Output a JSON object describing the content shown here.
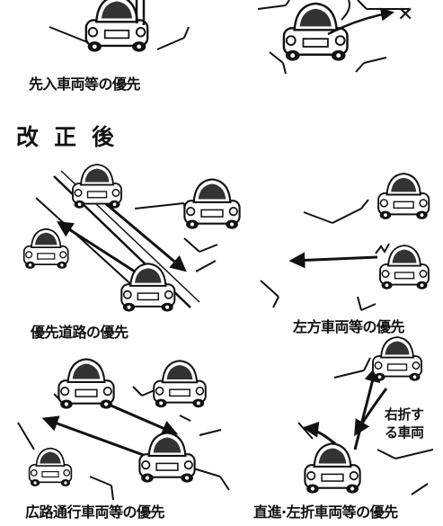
{
  "heading": "改正後",
  "panels": {
    "prior_entry": {
      "caption": "先入車両等の優先"
    },
    "priority_road": {
      "caption": "優先道路の優先"
    },
    "left_side": {
      "caption": "左方車両等の優先"
    },
    "wide_road": {
      "caption": "広路通行車両等の優先"
    },
    "straight_left": {
      "caption": "直進·左折車両等の優先",
      "right_turn_label": [
        "右折す",
        "る車両"
      ]
    }
  },
  "icons": {
    "x_mark": "✕"
  }
}
